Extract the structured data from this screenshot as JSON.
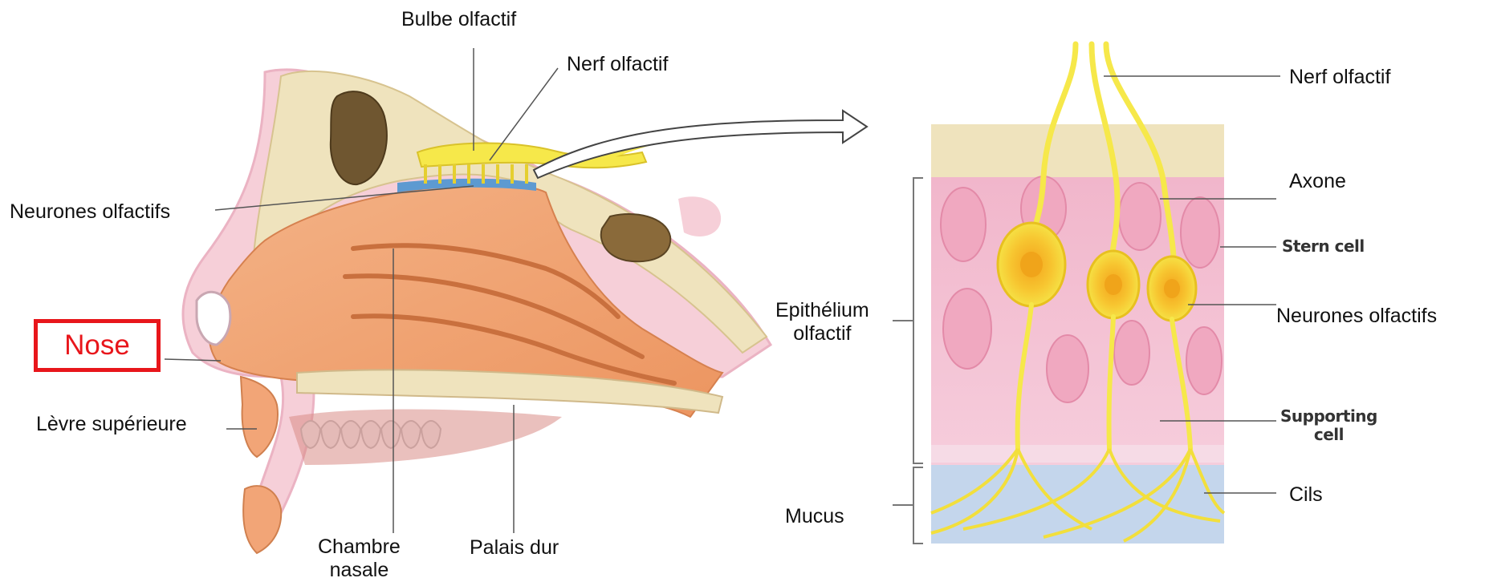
{
  "colors": {
    "accent": "#e8161b",
    "skin": "#f2a577",
    "bone": "#efe3bd",
    "pink_tissue": "#f3c6d6",
    "neuron_yellow": "#f6e84a",
    "mucus_blue": "#c4d6ec"
  },
  "left_panel": {
    "labels": {
      "bulbe": "Bulbe olfactif",
      "nerf": "Nerf olfactif",
      "neurones": "Neurones olfactifs",
      "nose": "Nose",
      "levre": "Lèvre supérieure",
      "chambre": "Chambre\nnasale",
      "palais": "Palais dur"
    }
  },
  "right_panel": {
    "labels": {
      "nerf": "Nerf olfactif",
      "axone": "Axone",
      "stern": "Stern cell",
      "epithelium": "Epithélium\nolfactif",
      "neurones": "Neurones olfactifs",
      "supporting": "Supporting\ncell",
      "cils": "Cils",
      "mucus": "Mucus"
    }
  }
}
